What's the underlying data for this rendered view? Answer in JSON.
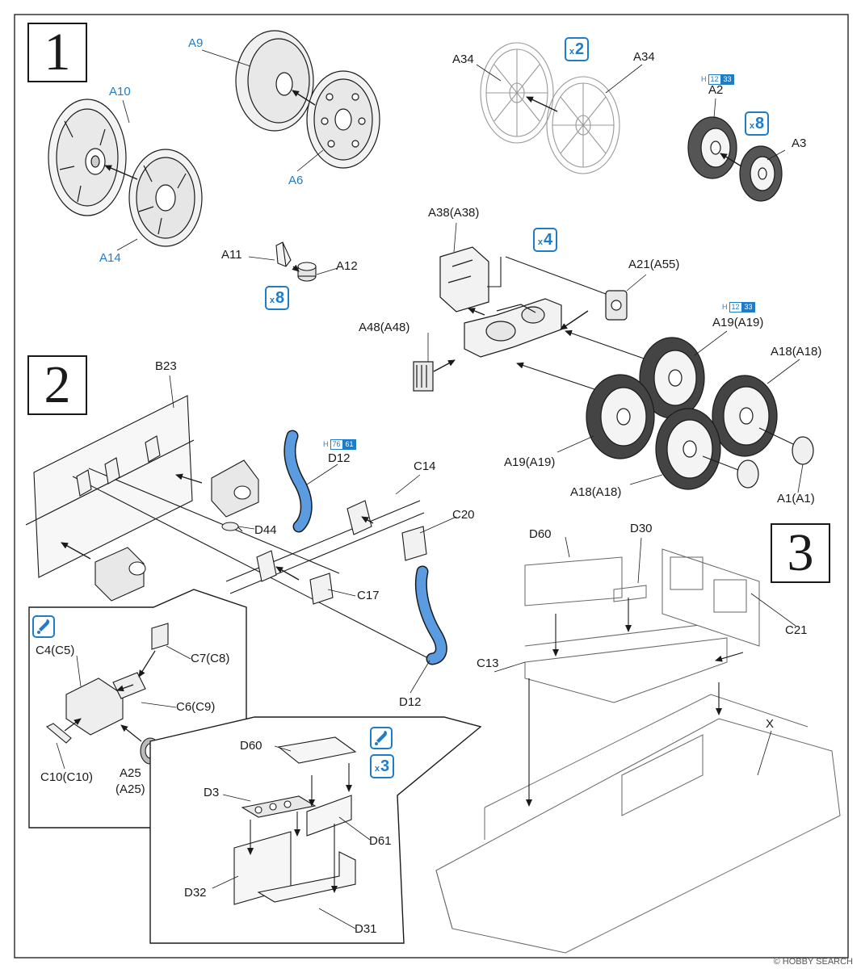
{
  "steps": {
    "s1": "1",
    "s2": "2",
    "s3": "3"
  },
  "labels": {
    "a10": "A10",
    "a9": "A9",
    "a6": "A6",
    "a14": "A14",
    "a34_left": "A34",
    "a34_right": "A34",
    "a2": "A2",
    "a3": "A3",
    "a11": "A11",
    "a12": "A12",
    "a38": "A38(A38)",
    "a21": "A21(A55)",
    "a48": "A48(A48)",
    "a19_top": "A19(A19)",
    "a18_top": "A18(A18)",
    "a19_bot": "A19(A19)",
    "a18_bot": "A18(A18)",
    "a1": "A1(A1)",
    "b23": "B23",
    "d12_top": "D12",
    "d12_bot": "D12",
    "d44": "D44",
    "c14": "C14",
    "c20": "C20",
    "c17": "C17",
    "c4": "C4(C5)",
    "c7": "C7(C8)",
    "c6": "C6(C9)",
    "c10": "C10(C10)",
    "a25a": "A25",
    "a25b": "(A25)",
    "d60_box": "D60",
    "d3": "D3",
    "d61": "D61",
    "d32": "D32",
    "d31": "D31",
    "d60_hull": "D60",
    "d30": "D30",
    "c21": "C21",
    "c13": "C13",
    "x": "X"
  },
  "quantity_badges": {
    "x2": "2",
    "x8_a": "8",
    "x4": "4",
    "x8_b": "8",
    "x3": "3"
  },
  "paint_codes": {
    "a2": {
      "h": "H",
      "c1": "12",
      "c2": "33"
    },
    "a19": {
      "h": "H",
      "c1": "12",
      "c2": "33"
    },
    "d12": {
      "h": "H",
      "c1": "76",
      "c2": "61"
    }
  },
  "watermark": "© HOBBY SEARCH",
  "colors": {
    "accent": "#1e7cc8",
    "part_blue": "#5b9be0",
    "line": "#1a1a1a"
  }
}
